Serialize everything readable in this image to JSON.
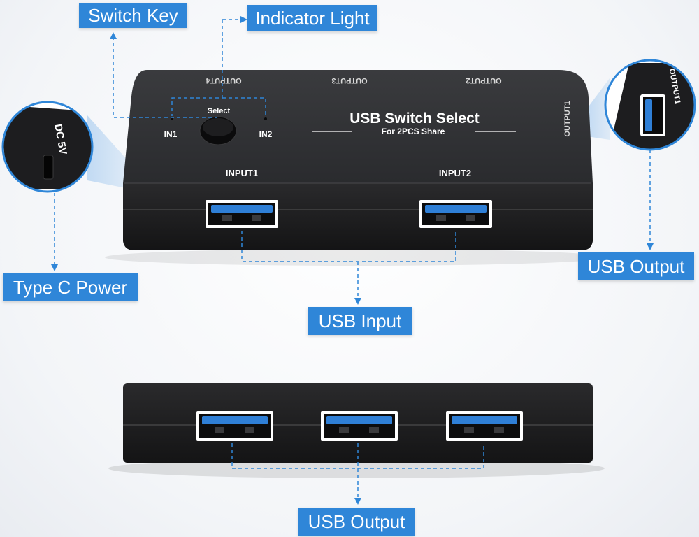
{
  "callouts": {
    "switch_key": "Switch Key",
    "indicator_light": "Indicator Light",
    "type_c_power": "Type C Power",
    "usb_input": "USB Input",
    "usb_output_right": "USB Output",
    "usb_output_bottom": "USB Output"
  },
  "device": {
    "top_labels": [
      "OUTPUT4",
      "OUTPUT3",
      "OUTPUT2"
    ],
    "side_label": "OUTPUT1",
    "select_label": "Select",
    "in1_label": "IN1",
    "in2_label": "IN2",
    "brand_title": "USB Switch Select",
    "brand_subtitle": "For 2PCS Share",
    "input1_label": "INPUT1",
    "input2_label": "INPUT2"
  },
  "zoom_left": {
    "label": "DC 5V"
  },
  "zoom_right": {
    "label": "OUTPUT1"
  },
  "colors": {
    "accent": "#2f86d8",
    "device_body": "#1f1f21",
    "usb_blue": "#2f7fd6"
  }
}
